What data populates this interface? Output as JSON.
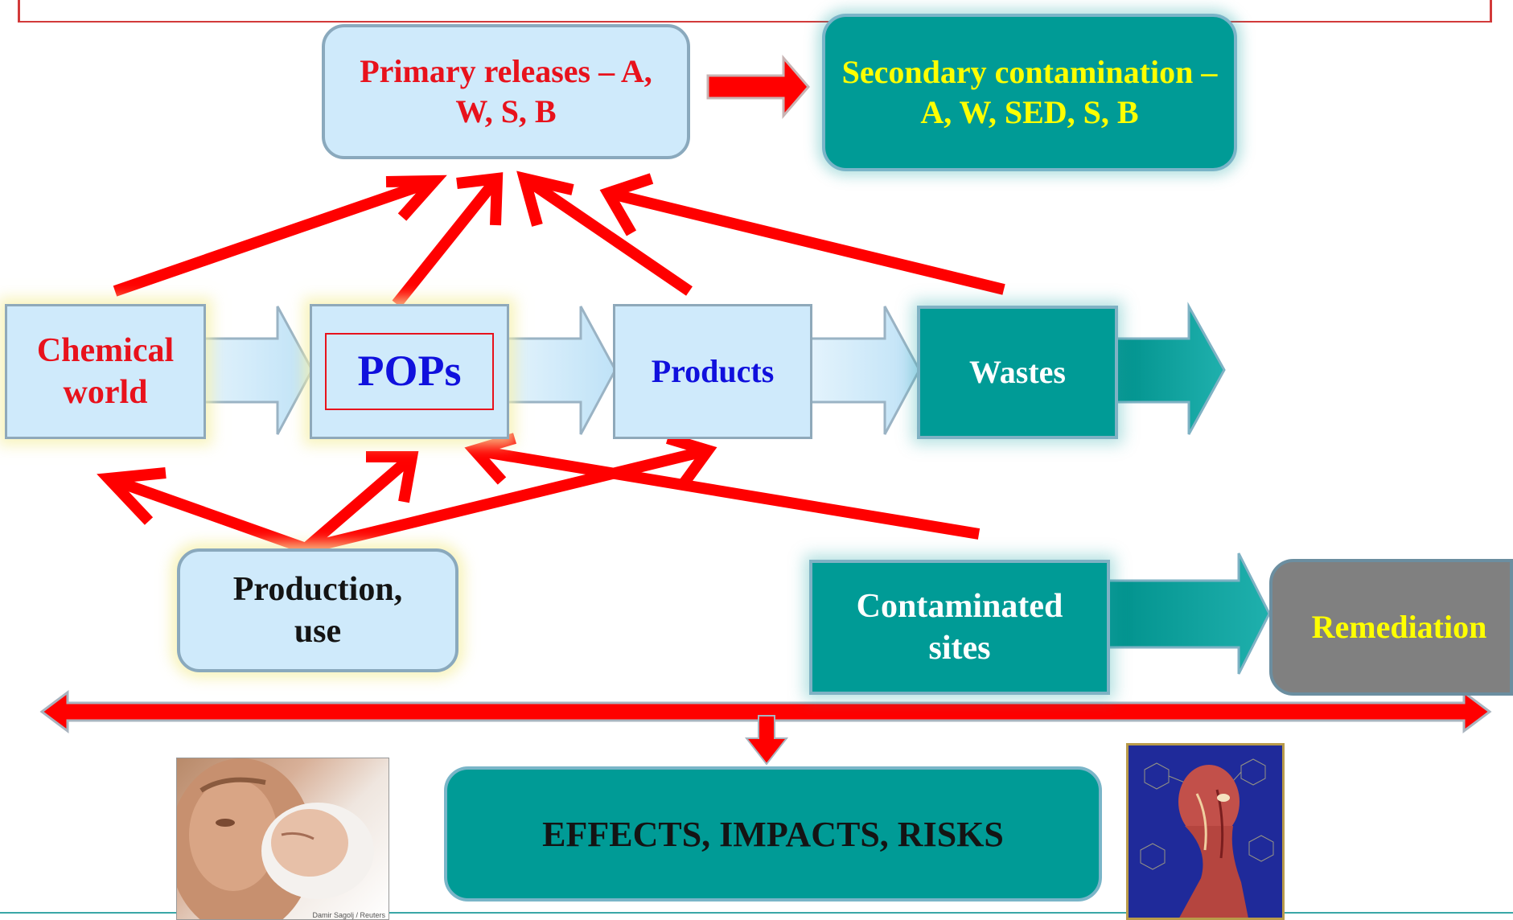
{
  "boxes": {
    "primary_releases": "Primary releases – A, W, S, B",
    "secondary_contamination": "Secondary contamination – A, W, SED, S, B",
    "chemical_world": "Chemical world",
    "pops": "POPs",
    "products": "Products",
    "wastes": "Wastes",
    "production_use": "Production, use",
    "contaminated_sites": "Contaminated sites",
    "remediation": "Remediation",
    "effects": "EFFECTS, IMPACTS, RISKS"
  },
  "photo_credit": "Damir Sagolj / Reuters",
  "colors": {
    "arrow_red": "#ff0000",
    "teal": "#009b96",
    "light_blue": "#cfeafb",
    "red_text": "#e8121c",
    "blue_text": "#1010dd",
    "yellow_text": "#ffff00",
    "grey": "#808080"
  }
}
